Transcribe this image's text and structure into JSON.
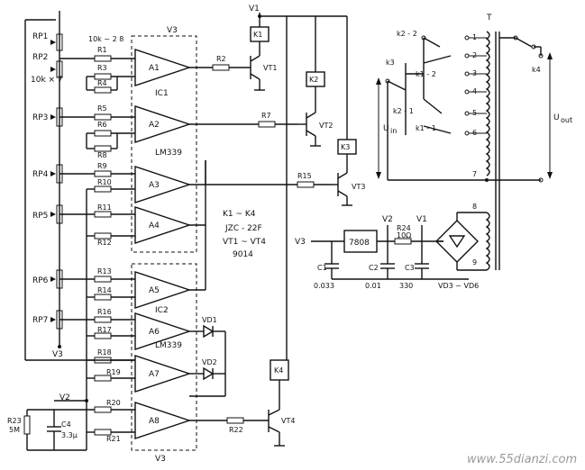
{
  "labels": {
    "v1": "V1",
    "v2_left": "V2",
    "v3_left": "V3",
    "v3_bottom": "V3",
    "v3_reg_in": "V3",
    "v2_reg": "V2",
    "v1_reg": "V1",
    "v3_box_top": "V3",
    "ic1": "IC1",
    "ic2": "IC2",
    "lm339_1": "LM339",
    "lm339_2": "LM339",
    "rp_series": "10k × 7",
    "r_series": "10k ~ 2 8",
    "relay_range": "K1 ~ K4",
    "relay_type": "JZC - 22F",
    "trans_range": "VT1 ~ VT4",
    "trans_type": "9014",
    "reg": "7808",
    "vd_bridge": "VD3 ~ VD6",
    "u_in": "U",
    "u_in_sub": "in",
    "u_out": "U",
    "u_out_sub": "out",
    "transformer": "T",
    "watermark": "www.55dianzi.com"
  },
  "pots": [
    "RP1",
    "RP2",
    "RP3",
    "RP4",
    "RP5",
    "RP6",
    "RP7"
  ],
  "resistors": [
    "R1",
    "R2",
    "R3",
    "R4",
    "R5",
    "R6",
    "R7",
    "R8",
    "R9",
    "R10",
    "R11",
    "R12",
    "R13",
    "R14",
    "R15",
    "R16",
    "R17",
    "R18",
    "R19",
    "R20",
    "R21",
    "R22",
    "R23",
    "R24"
  ],
  "r23_value": "5M",
  "r24_value": "10Ω",
  "opamps": [
    "A1",
    "A2",
    "A3",
    "A4",
    "A5",
    "A6",
    "A7",
    "A8"
  ],
  "transistors": [
    "VT1",
    "VT2",
    "VT3",
    "VT4"
  ],
  "relays": [
    "K1",
    "K2",
    "K3",
    "K4"
  ],
  "diodes": [
    "VD1",
    "VD2"
  ],
  "caps": [
    {
      "name": "C1",
      "value": "0.033"
    },
    {
      "name": "C2",
      "value": "0.01"
    },
    {
      "name": "C3",
      "value": "330"
    },
    {
      "name": "C4",
      "value": "3.3μ"
    }
  ],
  "contacts": [
    "k2 - 2",
    "k1 - 2",
    "k2 - 1",
    "k1 - 1",
    "k3",
    "k4"
  ],
  "taps": [
    "1",
    "2",
    "3",
    "4",
    "5",
    "6",
    "7",
    "8",
    "9"
  ]
}
